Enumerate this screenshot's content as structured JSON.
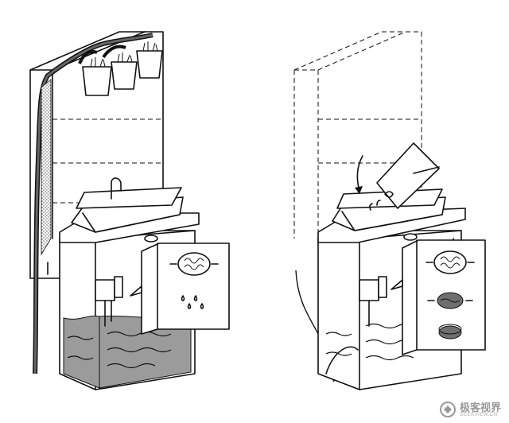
{
  "watermark": {
    "main": "极客视界",
    "sub": "GEEKVIEW.CN"
  },
  "colors": {
    "ink": "#111111",
    "soil": "#6f6f6f",
    "water": "#9b9b9b",
    "watermark": "#999999"
  },
  "panels": [
    {
      "id": "left",
      "description_icons": [
        "sponge-icon",
        "water-drops-icon"
      ]
    },
    {
      "id": "right",
      "description_icons": [
        "sponge-icon",
        "compressed-disc-icon",
        "pellet-icon"
      ]
    }
  ]
}
